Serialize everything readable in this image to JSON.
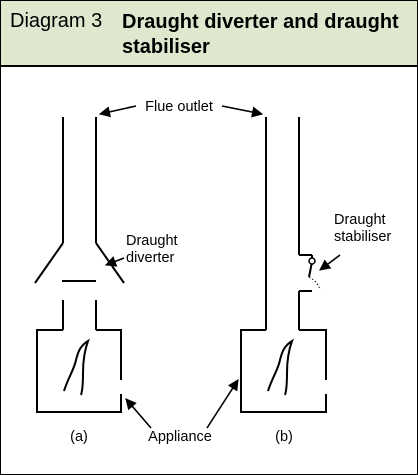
{
  "header": {
    "diagram_number": "Diagram 3",
    "title": "Draught diverter and draught stabiliser"
  },
  "labels": {
    "flue_outlet": "Flue outlet",
    "draught_diverter_line1": "Draught",
    "draught_diverter_line2": "diverter",
    "draught_stabiliser_line1": "Draught",
    "draught_stabiliser_line2": "stabiliser",
    "appliance": "Appliance",
    "panel_a": "(a)",
    "panel_b": "(b)"
  },
  "colors": {
    "header_background": "#dde8cf",
    "line": "#000000"
  }
}
